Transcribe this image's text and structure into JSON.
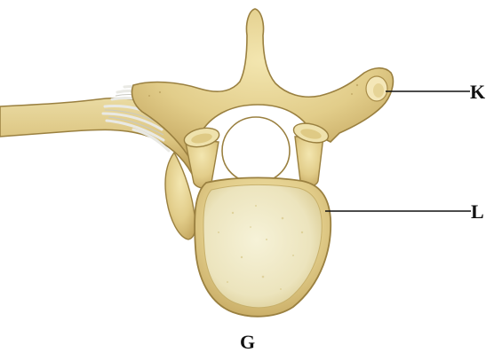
{
  "figure": {
    "labels": {
      "k": "K",
      "l": "L",
      "caption": "G"
    },
    "colors": {
      "bone": "#e7d79c",
      "bone_shade": "#c9b06a",
      "outline": "#9a8040",
      "body_face": "#f1ecca",
      "ligament": "#f2f2ee",
      "leader": "#111111"
    }
  }
}
